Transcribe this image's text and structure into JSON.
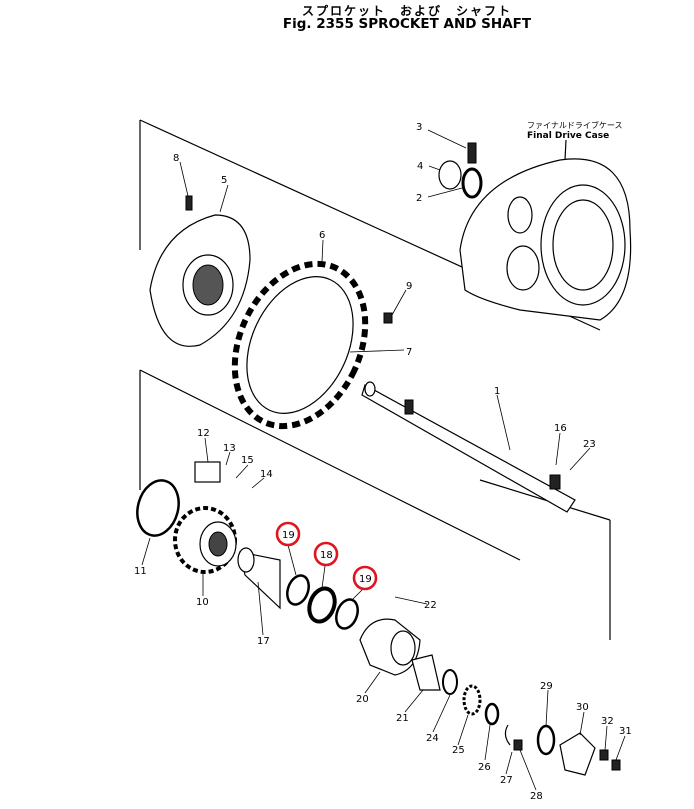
{
  "title": {
    "japanese": "スプロケット　および　シャフト",
    "english": "Fig. 2355  SPROCKET  AND  SHAFT"
  },
  "case_label": {
    "japanese": "ファイナルドライブケース",
    "english": "Final Drive Case"
  },
  "callouts": [
    "3",
    "4",
    "2",
    "8",
    "5",
    "6",
    "9",
    "7",
    "1",
    "16",
    "23",
    "12",
    "13",
    "15",
    "14",
    "11",
    "10",
    "17",
    "19",
    "18",
    "19",
    "22",
    "20",
    "21",
    "24",
    "25",
    "26",
    "27",
    "28",
    "29",
    "30",
    "32",
    "31"
  ],
  "highlight_color": "#e0141e"
}
